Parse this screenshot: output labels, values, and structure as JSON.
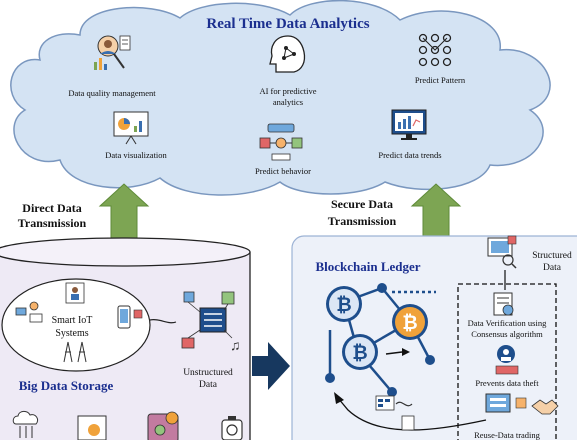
{
  "cloud": {
    "title": "Real Time Data Analytics",
    "items": [
      {
        "label": "Data quality management",
        "icon": "person-magnifier-icon"
      },
      {
        "label": "AI for predictive",
        "label2": "analytics",
        "icon": "ai-head-icon"
      },
      {
        "label": "Predict  Pattern",
        "icon": "pattern-grid-icon"
      },
      {
        "label": "Data visualization",
        "icon": "presentation-board-icon"
      },
      {
        "label": "Predict behavior",
        "icon": "behavior-flow-icon"
      },
      {
        "label": "Predict data trends",
        "icon": "monitor-chart-icon"
      }
    ]
  },
  "arrows": {
    "left": {
      "line1": "Direct Data",
      "line2": "Transmission"
    },
    "right": {
      "line1": "Secure Data",
      "line2": "Transmission"
    }
  },
  "storage": {
    "title": "Big Data Storage",
    "iot_line1": "Smart IoT",
    "iot_line2": "Systems",
    "unstructured_line1": "Unstructured",
    "unstructured_line2": "Data"
  },
  "blockchain": {
    "title": "Blockchain Ledger",
    "structured_line1": "Structured",
    "structured_line2": "Data",
    "verify_line1": "Data Verification using",
    "verify_line2": "Consensus algorithm",
    "theft": "Prevents data theft",
    "reuse": "Reuse-Data trading"
  },
  "colors": {
    "cloud_fill": "#d4e3f3",
    "cloud_stroke": "#7a97bf",
    "arrow_green": "#7da553",
    "title_blue": "#1b2f8f",
    "cylinder_fill": "#eeeaf5",
    "ledger_fill": "#edf1f9",
    "bitcoin_orange": "#f0a23a",
    "dark_arrow": "#17385f"
  }
}
